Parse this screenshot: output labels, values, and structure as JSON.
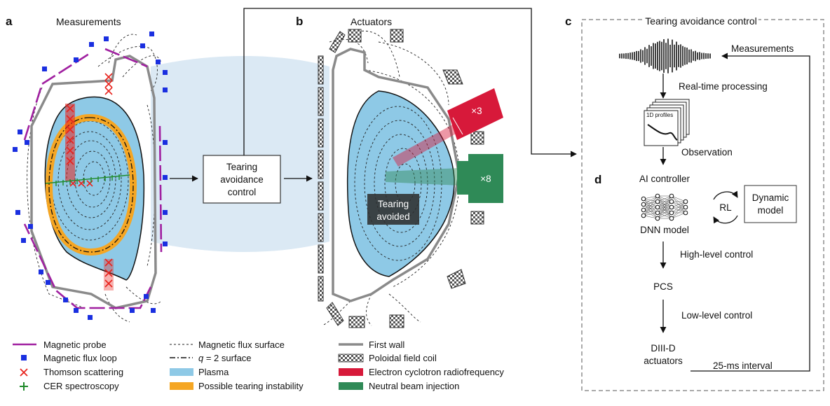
{
  "panel_a": {
    "letter": "a",
    "title": "Measurements"
  },
  "panel_b": {
    "letter": "b",
    "title": "Actuators",
    "tearing_box": [
      "Tearing",
      "avoided"
    ],
    "ecrf_count": "×3",
    "nbi_count": "×8"
  },
  "panel_c": {
    "letter": "c",
    "title": "Tearing avoidance control",
    "measurements": "Measurements",
    "realtime": "Real-time processing",
    "profiles": "1D profiles",
    "observation": "Observation",
    "ai_controller": "AI controller",
    "dnn": "DNN model",
    "rl": "RL",
    "dynamic_model": [
      "Dynamic",
      "model"
    ],
    "high_level": "High-level control",
    "pcs": "PCS",
    "low_level": "Low-level control",
    "actuators": [
      "DIII-D",
      "actuators"
    ],
    "interval": "25-ms interval"
  },
  "panel_d": {
    "letter": "d"
  },
  "middle_box": [
    "Tearing",
    "avoidance",
    "control"
  ],
  "legend": {
    "col1": [
      "Magnetic probe",
      "Magnetic flux loop",
      "Thomson scattering",
      "CER spectroscopy"
    ],
    "col2": [
      "Magnetic flux surface",
      " surface",
      "Plasma",
      "Possible tearing instability"
    ],
    "q_symbol": "q",
    "q_value": " = 2",
    "col3": [
      "First wall",
      "Poloidal field coil",
      "Electron cyclotron radiofrequency",
      "Neutral beam injection"
    ]
  },
  "colors": {
    "plasma": "#8ec9e6",
    "tearing": "#f5a623",
    "ecrf": "#d7193a",
    "nbi": "#2f8a57",
    "probe": "#a020a0",
    "fluxloop": "#1a2fe0",
    "thomson": "#e8231d",
    "cer": "#1f8a2a",
    "wall": "#8a8a8a",
    "beam": "#dbe9f4"
  }
}
